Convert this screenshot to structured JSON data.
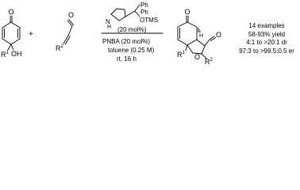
{
  "reactant1": {
    "carbonyl_atom": "O",
    "substituent_left": "R",
    "substituent_left_sup": "1",
    "hydroxyl": "OH"
  },
  "plus_sign": "+",
  "reactant2": {
    "carbonyl_atom": "O",
    "substituent": "R",
    "substituent_sup": "2"
  },
  "catalyst": {
    "nh_label": "N",
    "nh_h": "H",
    "ph_group": "Ph",
    "otms_label": "OTMS",
    "loading": "(20 mol%)"
  },
  "conditions": {
    "additive": "PNBA (20 mol%)",
    "solvent": "toluene (0.25 M)",
    "temperature_time": "rt, 16 h"
  },
  "product": {
    "ketone_o": "O",
    "aldehyde_o": "O",
    "ring_o": "O",
    "r1": "R",
    "r1_sup": "1",
    "r2": "R",
    "r2_sup": "2",
    "h_label": "H"
  },
  "summary": {
    "line1": "14 examples",
    "line2": "58-93% yield",
    "line3": "4:1 to >20:1 dr",
    "line4": "97:3 to >99.5:0.5 er"
  }
}
